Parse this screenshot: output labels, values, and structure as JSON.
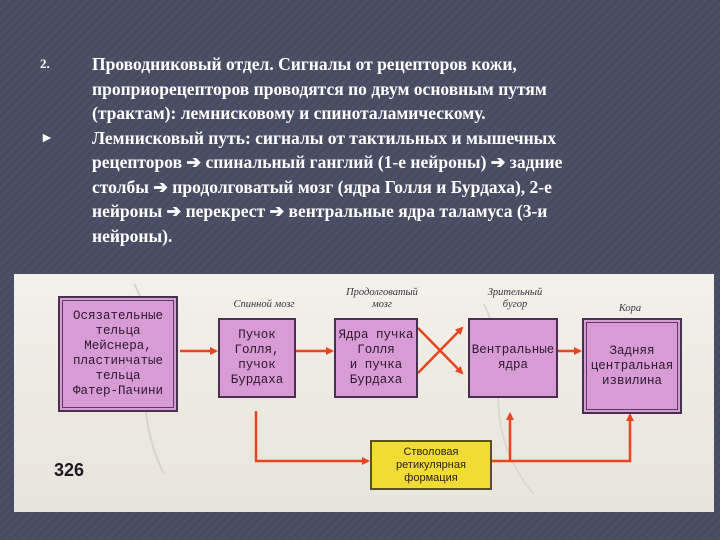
{
  "slide": {
    "bullets": [
      {
        "marker": "2.",
        "lines": [
          "Проводниковый отдел. Сигналы от рецепторов кожи,",
          "проприорецепторов проводятся по двум основным путям",
          "(трактам): лемнисковому и спиноталамическому."
        ]
      },
      {
        "marker": "►",
        "lines": [
          "Лемнисковый путь: сигналы  от тактильных и мышечных",
          "рецепторов ➔ спинальный ганглий (1-е нейроны) ➔ задние",
          "столбы ➔ продолговатый мозг (ядра Голля и Бурдаха), 2-е",
          "нейроны ➔ перекрест ➔ вентральные ядра таламуса (3-и",
          "нейроны)."
        ]
      }
    ]
  },
  "figure": {
    "page_number": "326",
    "region_labels": {
      "spinal": "Спинной мозг",
      "medulla": "Продолговатый\nмозг",
      "thalamus": "Зрительный\nбугор",
      "cortex": "Кора"
    },
    "boxes": {
      "receptors": "Осязательные\nтельца Мейснера,\nпластинчатые\nтельца\nФатер-Пачини",
      "goll": "Пучок\nГолля,\nпучок\nБурдаха",
      "nuclei": "Ядра пучка\nГолля\nи пучка\nБурдаха",
      "ventral": "Вентральные\nядра",
      "cortex": "Задняя\nцентральная\nизвилина",
      "reticular": "Стволовая\nретикулярная\nформация"
    },
    "colors": {
      "pink_box": "#d99bd6",
      "yellow_box": "#f1dc33",
      "arrow": "#e8451f"
    }
  }
}
